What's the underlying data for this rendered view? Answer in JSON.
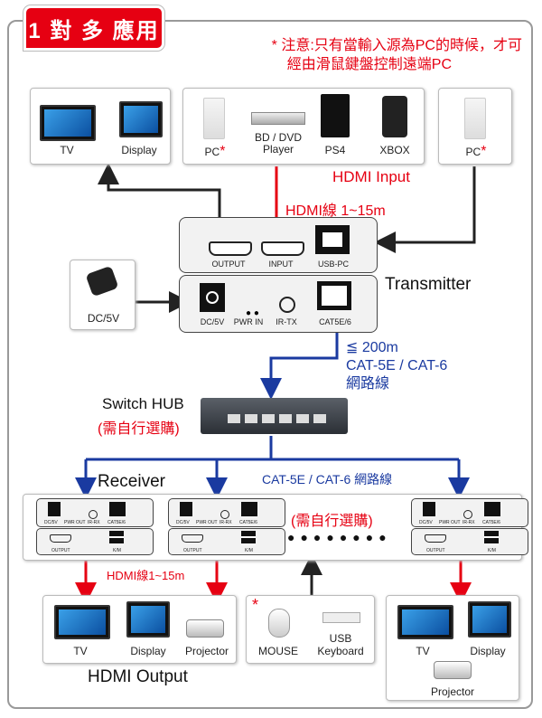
{
  "title": "1 對 多 應用",
  "note": {
    "line1": "* 注意:只有當輸入源為PC的時候，才可",
    "line2": "經由滑鼠鍵盤控制遠端PC"
  },
  "sources": {
    "display_box": {
      "tv": "TV",
      "display": "Display"
    },
    "input_box": {
      "pc": "PC",
      "bd": "BD / DVD\nPlayer",
      "ps4": "PS4",
      "xbox": "XBOX"
    },
    "pc_box": {
      "pc": "PC"
    },
    "asterisk": "*"
  },
  "hdmi_input": "HDMI Input",
  "hdmi_cable_top": "HDMI線 1~15m",
  "transmitter": {
    "label": "Transmitter",
    "top_ports": [
      "OUTPUT",
      "INPUT",
      "USB-PC"
    ],
    "bottom_ports": [
      "DC/5V",
      "PWR IN",
      "IR-TX",
      "CAT5E/6"
    ]
  },
  "power": {
    "label": "DC/5V"
  },
  "cable": {
    "line1": "≦ 200m",
    "line2": "CAT-5E / CAT-6",
    "line3": "網路線"
  },
  "switch": {
    "label": "Switch HUB",
    "note": "(需自行選購)"
  },
  "receiver": {
    "label": "Receiver",
    "cable_label": "CAT-5E / CAT-6 網路線",
    "note": "(需自行選購)",
    "top_ports": [
      "DC/5V",
      "PWR OUT",
      "IR-RX",
      "CAT5E/6"
    ],
    "bottom_ports": [
      "OUTPUT",
      "K/M"
    ]
  },
  "hdmi_cable_bottom": "HDMI線1~15m",
  "outputs": {
    "left": {
      "tv": "TV",
      "display": "Display",
      "projector": "Projector"
    },
    "middle": {
      "mouse": "MOUSE",
      "keyboard": "USB\nKeyboard",
      "asterisk": "*"
    },
    "right": {
      "tv": "TV",
      "display": "Display",
      "projector": "Projector"
    }
  },
  "hdmi_output": "HDMI Output",
  "colors": {
    "red": "#e60012",
    "blue": "#1a3aa0",
    "black": "#222222"
  }
}
